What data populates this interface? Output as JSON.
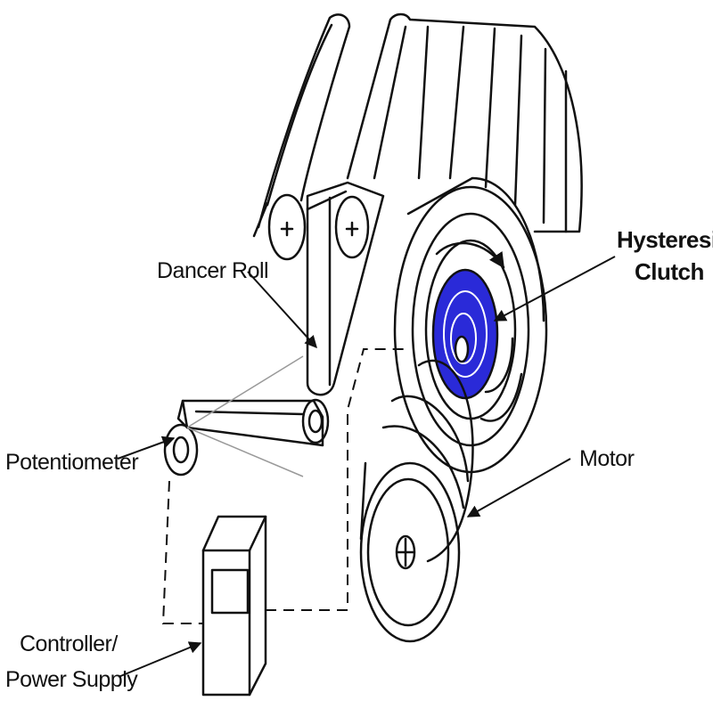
{
  "labels": {
    "dancer_roll": "Dancer Roll",
    "hysteresis_line1": "Hysteresis",
    "hysteresis_line2": "Clutch",
    "motor": "Motor",
    "potentiometer": "Potentiometer",
    "controller_line1": "Controller/",
    "controller_line2": "Power Supply"
  },
  "colors": {
    "clutch_core": "#2a2ad8",
    "line": "#111111",
    "background": "#ffffff"
  }
}
